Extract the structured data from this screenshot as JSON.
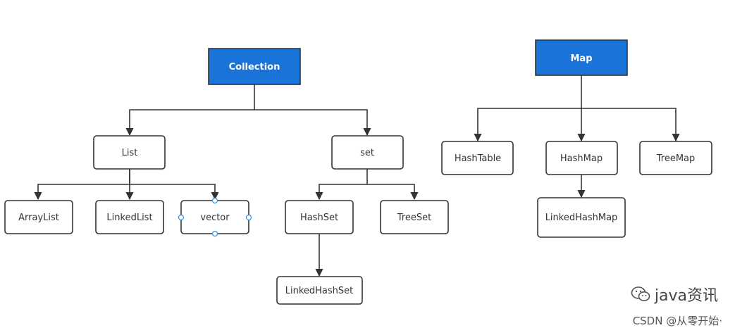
{
  "diagram": {
    "nodes": {
      "collection": "Collection",
      "list": "List",
      "set": "set",
      "arraylist": "ArrayList",
      "linkedlist": "LinkedList",
      "vector": "vector",
      "hashset": "HashSet",
      "treeset": "TreeSet",
      "linkedhashset": "LinkedHashSet",
      "map": "Map",
      "hashtable": "HashTable",
      "hashmap": "HashMap",
      "treemap": "TreeMap",
      "linkedhashmap": "LinkedHashMap"
    },
    "colors": {
      "root_fill": "#1a73d9",
      "stroke": "#333333",
      "handle": "#3b8ede"
    }
  },
  "watermark": {
    "brand": "java资讯",
    "credit": "CSDN @从零开始·"
  }
}
